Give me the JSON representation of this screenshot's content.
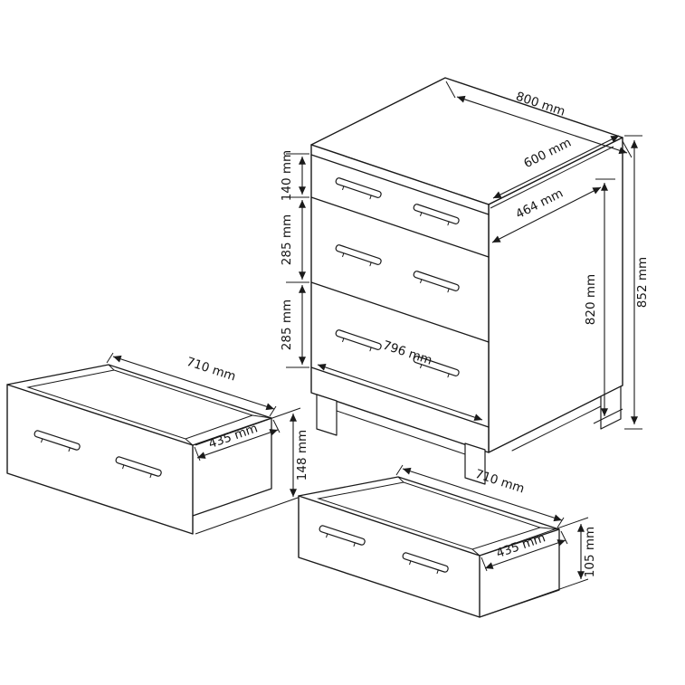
{
  "diagram": {
    "unit": "mm",
    "colors": {
      "line": "#1a1a1a",
      "background": "#ffffff"
    },
    "cabinet": {
      "top_width": "800 mm",
      "top_depth": "600 mm",
      "inner_depth": "464 mm",
      "overall_height": "852 mm",
      "body_height": "820 mm",
      "front_width": "796 mm",
      "drawer1_front_height": "140 mm",
      "drawer2_front_height": "285 mm",
      "drawer3_front_height": "285 mm"
    },
    "drawer_left": {
      "width": "710 mm",
      "depth": "435 mm",
      "front_height": "148 mm"
    },
    "drawer_bottom": {
      "width": "710 mm",
      "depth": "435 mm",
      "front_height": "105 mm"
    }
  }
}
